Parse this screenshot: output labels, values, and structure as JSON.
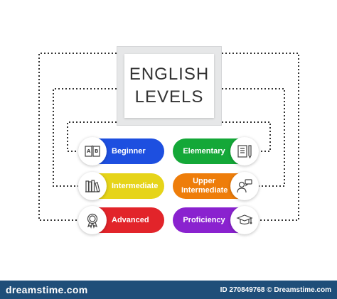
{
  "title": {
    "line1": "ENGLISH",
    "line2": "LEVELS"
  },
  "colors": {
    "beginner": "#1d4fe0",
    "elementary": "#14a838",
    "intermediate": "#e6d419",
    "upper_intermediate": "#ee7d0a",
    "advanced": "#e2242a",
    "proficiency": "#8a22cf",
    "connector": "#333333",
    "footer": "#1f4e79"
  },
  "levels": [
    {
      "label": "Beginner",
      "icon": "ab-book-icon"
    },
    {
      "label": "Elementary",
      "icon": "notebook-pencil-icon"
    },
    {
      "label": "Intermediate",
      "icon": "books-icon"
    },
    {
      "label": "Upper Intermediate",
      "icon": "speaking-person-icon"
    },
    {
      "label": "Advanced",
      "icon": "award-medal-icon"
    },
    {
      "label": "Proficiency",
      "icon": "graduation-cap-icon"
    }
  ],
  "footer": {
    "brand": "dreamstime.com",
    "id_text": "ID 270849768 © Dreamstime.com"
  }
}
